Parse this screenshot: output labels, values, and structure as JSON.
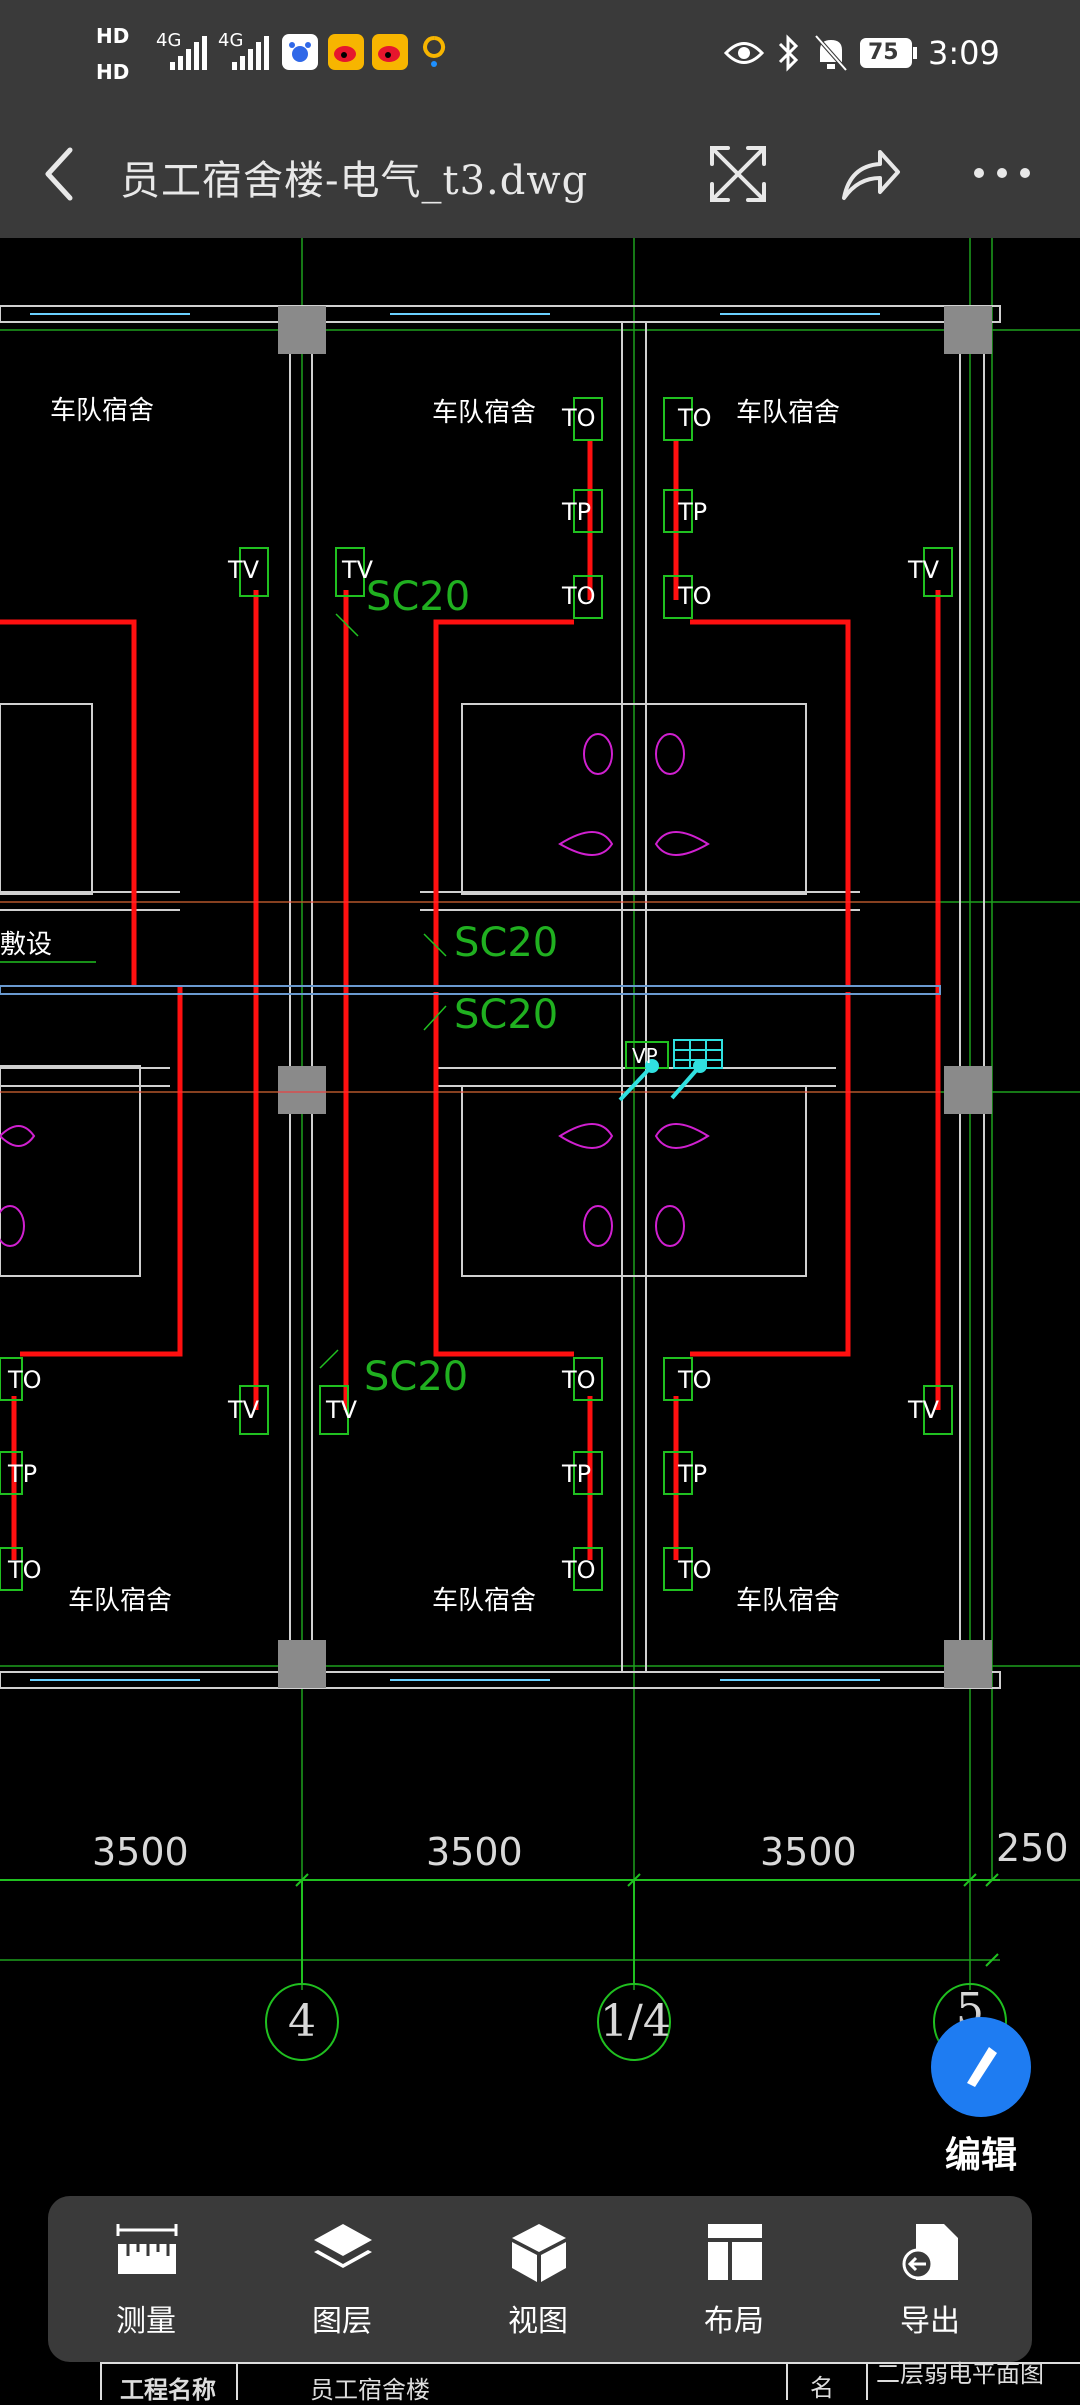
{
  "status_bar": {
    "hd1": "HD",
    "hd2": "HD",
    "net1": "4G",
    "net2": "4G",
    "battery": "75",
    "time": "3:09",
    "icons": [
      "baidu-icon",
      "weibo-icon",
      "weibo-icon",
      "assistant-icon",
      "eye-icon",
      "bluetooth-icon",
      "mute-icon",
      "battery-icon"
    ]
  },
  "title_bar": {
    "file_name": "员工宿舍楼-电气_t3.dwg",
    "icons": [
      "back-icon",
      "fullscreen-icon",
      "share-icon",
      "more-icon"
    ]
  },
  "drawing": {
    "room_labels": [
      "车队宿舍",
      "车队宿舍",
      "车队宿舍",
      "车队宿舍",
      "车队宿舍",
      "车队宿舍"
    ],
    "outlets": {
      "to": "TO",
      "tp": "TP",
      "tv": "TV",
      "vp": "VP"
    },
    "conduit": "SC20",
    "note": "敷设",
    "dimensions": [
      "3500",
      "3500",
      "3500",
      "250"
    ],
    "axis_labels": [
      "4",
      "1/4",
      "5"
    ]
  },
  "edit_button": {
    "label": "编辑"
  },
  "toolbar": {
    "items": [
      {
        "label": "测量",
        "icon": "ruler-icon"
      },
      {
        "label": "图层",
        "icon": "layers-icon"
      },
      {
        "label": "视图",
        "icon": "cube-icon"
      },
      {
        "label": "布局",
        "icon": "layout-icon"
      },
      {
        "label": "导出",
        "icon": "export-icon"
      }
    ]
  },
  "bottom_strip": {
    "left_text": "工程名称",
    "mid_text": "员工宿舍楼",
    "right_text": "二层弱电平面图",
    "small": "名"
  }
}
